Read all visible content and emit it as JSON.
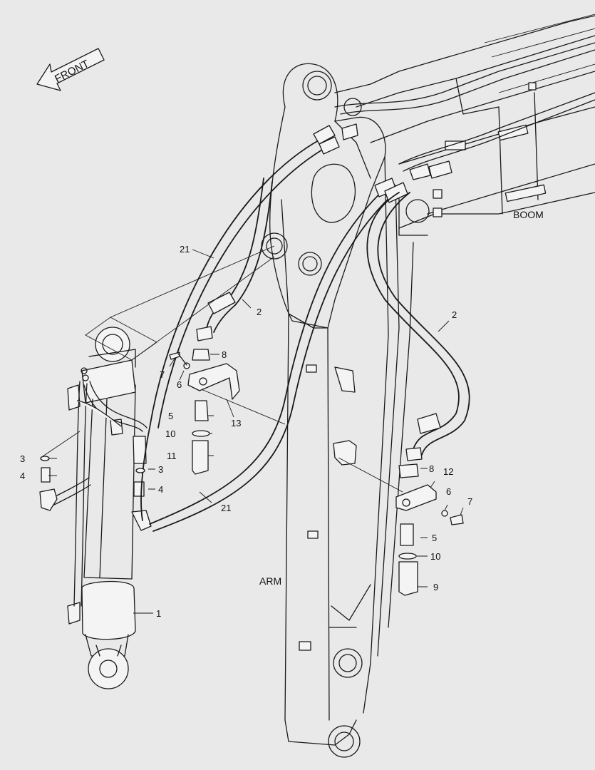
{
  "front_label": "FRONT",
  "assemblies": {
    "boom": "BOOM",
    "arm": "ARM"
  },
  "callouts": {
    "c1": "1",
    "c2a": "2",
    "c2b": "2",
    "c3a": "3",
    "c3b": "3",
    "c4a": "4",
    "c4b": "4",
    "c5a": "5",
    "c5b": "5",
    "c6a": "6",
    "c6b": "6",
    "c7a": "7",
    "c7b": "7",
    "c8a": "8",
    "c8b": "8",
    "c9": "9",
    "c10a": "10",
    "c10b": "10",
    "c11": "11",
    "c12": "12",
    "c13": "13",
    "c21a": "21",
    "c21b": "21"
  }
}
